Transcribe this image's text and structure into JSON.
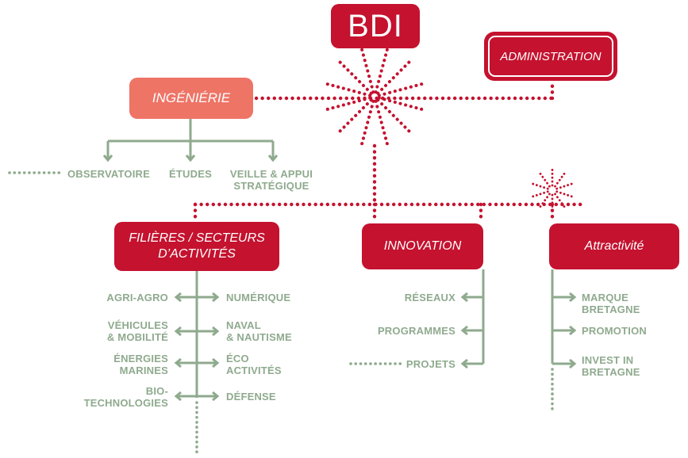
{
  "colors": {
    "primary": "#c4122f",
    "secondary": "#ee7466",
    "connector": "#8faa8e",
    "text_light": "#ffffff"
  },
  "nodes": {
    "top": "BDI",
    "administration": "ADMINISTRATION",
    "ingenierie": "INGÉNIÉRIE",
    "filieres": [
      "FILIÈRES / SECTEURS",
      "D’ACTIVITÉS"
    ],
    "innovation": "INNOVATION",
    "attractivite": "Attractivité"
  },
  "ingenierie_children": {
    "observatoire": "OBSERVATOIRE",
    "etudes": "ÉTUDES",
    "veille": [
      "VEILLE & APPUI",
      "STRATÉGIQUE"
    ]
  },
  "filieres_children": {
    "left": [
      [
        "AGRI-AGRO"
      ],
      [
        "VÉHICULES",
        "& MOBILITÉ"
      ],
      [
        "ÉNERGIES",
        "MARINES"
      ],
      [
        "BIO-",
        "TECHNOLOGIES"
      ]
    ],
    "right": [
      [
        "NUMÉRIQUE"
      ],
      [
        "NAVAL",
        "& NAUTISME"
      ],
      [
        "ÉCO",
        "ACTIVITÉS"
      ],
      [
        "DÉFENSE"
      ]
    ]
  },
  "innovation_children": [
    "RÉSEAUX",
    "PROGRAMMES",
    "PROJETS"
  ],
  "attractivite_children": [
    [
      "MARQUE",
      "BRETAGNE"
    ],
    [
      "PROMOTION"
    ],
    [
      "INVEST IN",
      "BRETAGNE"
    ]
  ]
}
